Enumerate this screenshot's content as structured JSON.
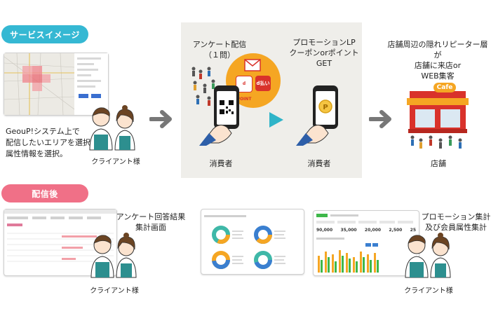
{
  "sections": {
    "service_image": {
      "label": "サービスイメージ",
      "color": "#35b8d3"
    },
    "after_delivery": {
      "label": "配信後",
      "color": "#f07087"
    }
  },
  "step1": {
    "description": "GeouP!システム上で\n配信したいエリアを選択。\n属性情報を選択。",
    "client_label": "クライアント様"
  },
  "step2": {
    "survey_title": "アンケート配信\n（１問）",
    "promo_title": "プロモーションLP\nクーポンorポイント\nGET",
    "consumer_left": "消費者",
    "consumer_right": "消費者",
    "badges": {
      "d_point": "d POINT",
      "d_pay": "d払い",
      "qr_hint": "QR"
    }
  },
  "step3": {
    "store_caption": "店舗周辺の隠れリピーター層が\n店舗に来店or\nWEB集客",
    "store_sign": "Cafe",
    "store_label": "店舗"
  },
  "after": {
    "survey_caption": "アンケート回答結果\n集計画面",
    "client_left": "クライアント様",
    "promo_caption": "プロモーション集計\n及び会員属性集計",
    "client_right": "クライアント様",
    "stats": [
      "90,000",
      "35,000",
      "20,000",
      "2,500",
      "25"
    ]
  },
  "colors": {
    "panel_bg": "#efeeea",
    "arrow_gray": "#777777",
    "play_teal": "#2fb4c8",
    "orange": "#f5a623",
    "store_red": "#d9322b",
    "apron_teal": "#2d8f8f"
  }
}
